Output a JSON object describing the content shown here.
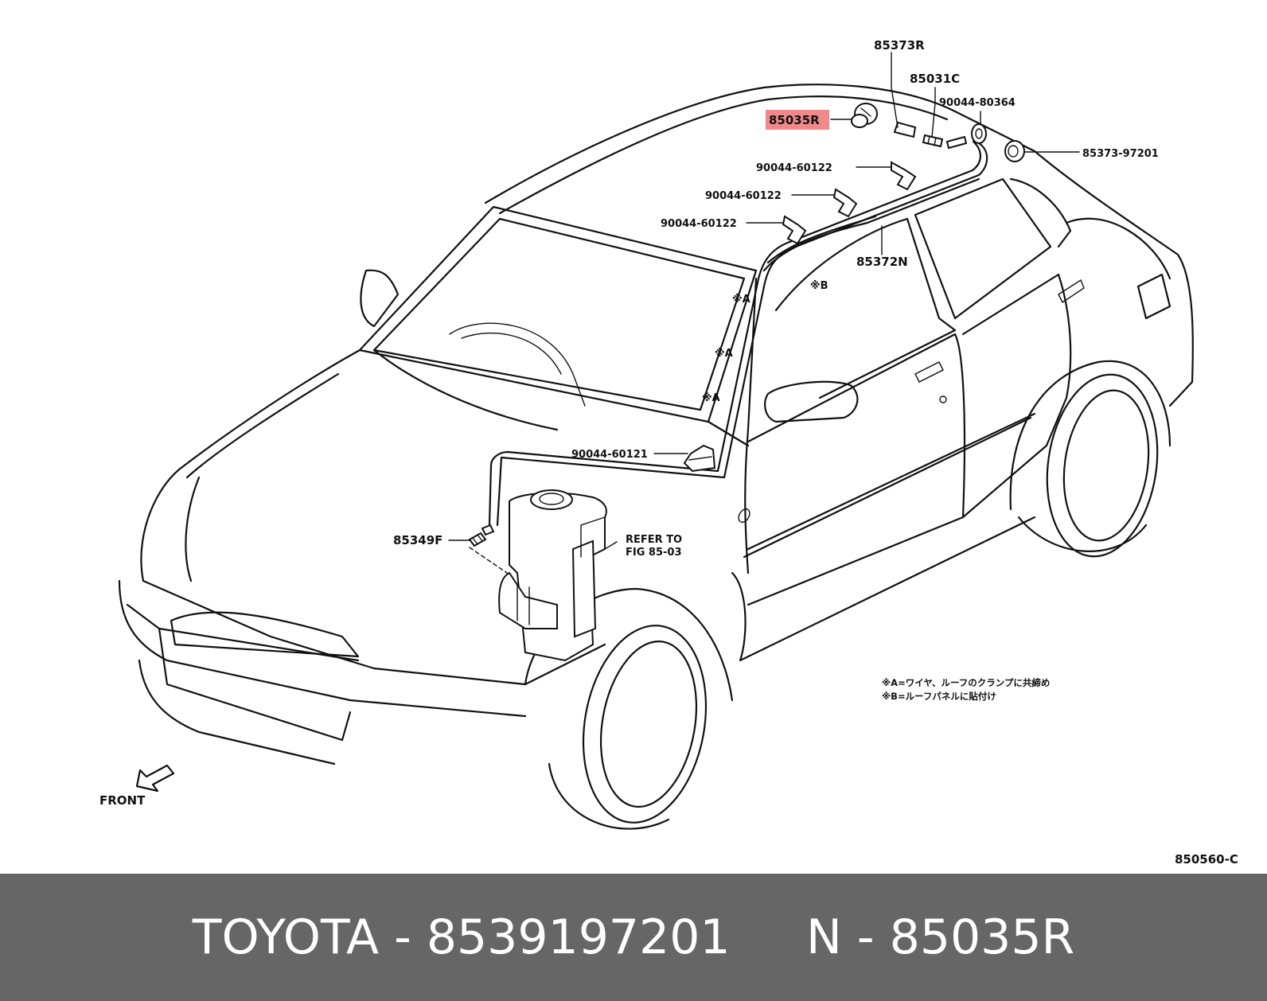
{
  "diagram": {
    "highlight_color": "#f08a8a",
    "highlighted_part": "85035R",
    "callouts": {
      "p85373R": "85373R",
      "p85031C": "85031C",
      "p90044_80364": "90044-80364",
      "p85035R": "85035R",
      "p85373_97201": "85373-97201",
      "p90044_60122_a": "90044-60122",
      "p90044_60122_b": "90044-60122",
      "p90044_60122_c": "90044-60122",
      "p85372N": "85372N",
      "markA1": "※A",
      "markA2": "※A",
      "markA3": "※A",
      "markB": "※B",
      "p90044_60121": "90044-60121",
      "p85349F": "85349F",
      "refer1": "REFER TO",
      "refer2": "FIG 85-03",
      "front": "FRONT",
      "figure_id": "850560-C"
    },
    "notes": [
      "※A=ワイヤ、ルーフのクランプに共締め",
      "※B=ルーフパネルに貼付け"
    ]
  },
  "footer": {
    "brand": "TOYOTA",
    "sep": " - ",
    "part_number": "8539197201",
    "gap": "     ",
    "n_label": "N - ",
    "ref": "85035R",
    "background": "#666666"
  }
}
